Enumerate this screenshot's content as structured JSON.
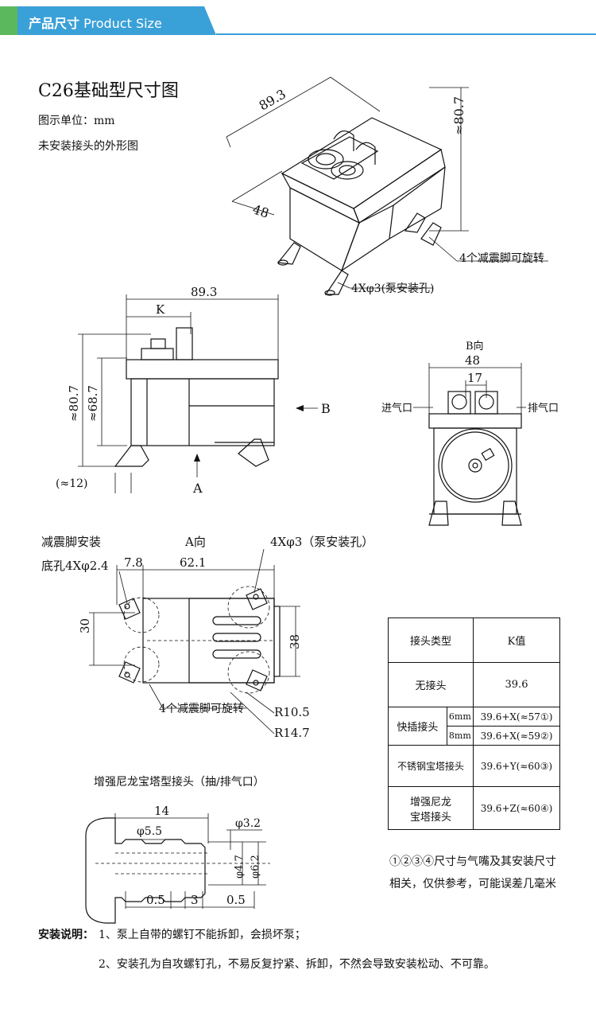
{
  "header": {
    "title_cn": "产品尺寸",
    "title_en": "Product Size",
    "accent": "#3aa0d8",
    "accent2": "#5cb85c"
  },
  "intro": {
    "title": "C26基础型尺寸图",
    "unit": "图示单位：mm",
    "note": "未安装接头的外形图"
  },
  "iso": {
    "len": "89.3",
    "height": "≈80.7",
    "width": "48",
    "feet": "4个减震脚可旋转",
    "holes": "4Xφ3(泵安装孔)"
  },
  "side": {
    "len": "89.3",
    "k": "K",
    "h1": "≈80.7",
    "h2": "≈68.7",
    "foot": "(≈12)",
    "b": "B",
    "a": "A"
  },
  "bview": {
    "title": "B向",
    "w": "48",
    "gap": "17",
    "inlet": "进气口",
    "outlet": "排气口"
  },
  "aview": {
    "title": "A向",
    "base_label1": "减震脚安装",
    "base_label2": "底孔4Xφ2.4",
    "d1": "7.8",
    "d2": "62.1",
    "holes": "4Xφ3（泵安装孔）",
    "h30": "30",
    "h38": "38",
    "feet": "4个减震脚可旋转",
    "r1": "R10.5",
    "r2": "R14.7"
  },
  "nozzle": {
    "title": "增强尼龙宝塔型接头（抽/排气口）",
    "len": "14",
    "d55": "φ5.5",
    "d32": "φ3.2",
    "d47": "φ4.7",
    "d62": "φ6.2",
    "w1": "0.5",
    "w2": "3",
    "w3": "0.5"
  },
  "ktable": {
    "h_type": "接头类型",
    "h_k": "K值",
    "r1_type": "无接头",
    "r1_k": "39.6",
    "r2_type": "快插接头",
    "r2_sub1": "6mm",
    "r2_k1": "39.6+X(≈57①)",
    "r2_sub2": "8mm",
    "r2_k2": "39.6+X(≈59②)",
    "r3_type": "不锈钢宝塔接头",
    "r3_k": "39.6+Y(≈60③)",
    "r4_type1": "增强尼龙",
    "r4_type2": "宝塔接头",
    "r4_k": "39.6+Z(≈60④)"
  },
  "footnote": {
    "l1": "①②③④尺寸与气嘴及其安装尺寸",
    "l2": "相关，仅供参考，可能误差几毫米"
  },
  "install": {
    "label": "安装说明：",
    "i1": "1、泵上自带的螺钉不能拆卸，会损坏泵；",
    "i2": "2、安装孔为自攻螺钉孔，不易反复拧紧、拆卸，不然会导致安装松动、不可靠。"
  }
}
